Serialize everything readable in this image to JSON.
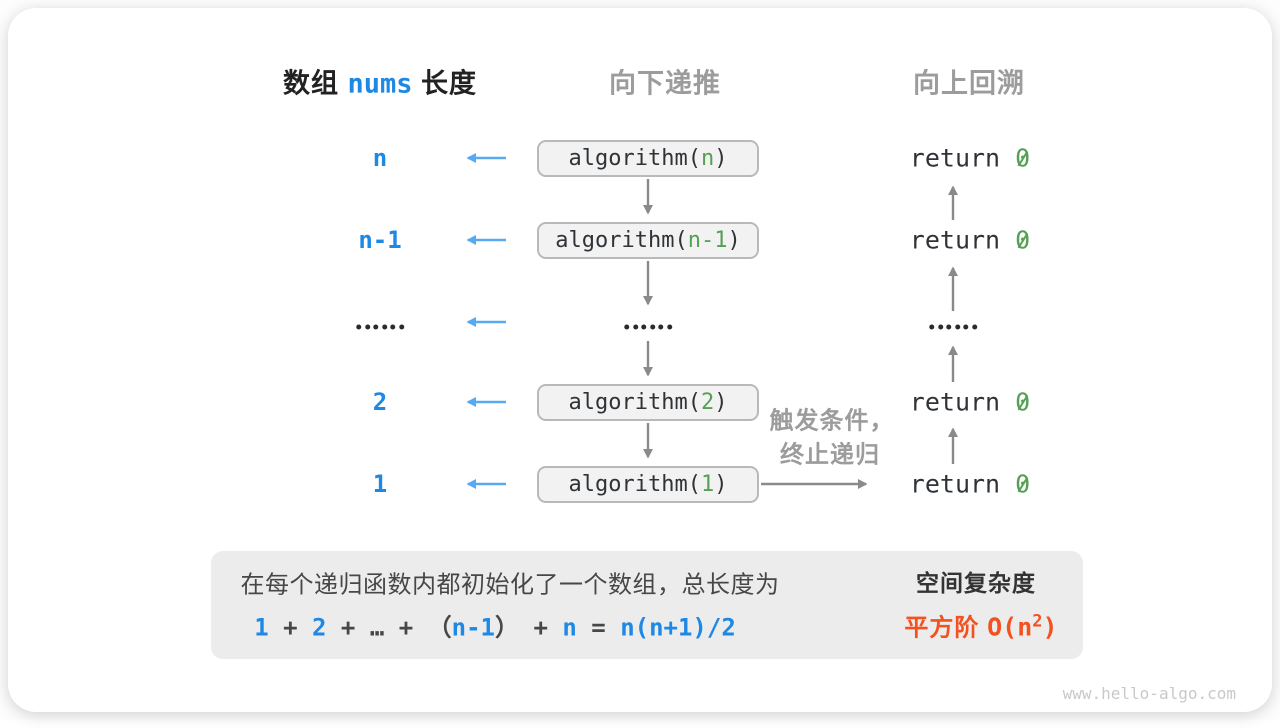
{
  "colors": {
    "accent_blue": "#1E88E5",
    "arrow_blue": "#58a9ef",
    "code_green": "#56a055",
    "arrow_gray": "#8a8a8a",
    "label_gray": "#9c9c9c",
    "result_orange": "#f4511e",
    "box_fill": "#f2f2f2",
    "summary_fill": "#ececec"
  },
  "header": {
    "col1_pre": "数组 ",
    "col1_code": "nums",
    "col1_post": " 长度",
    "col2": "向下递推",
    "col3": "向上回溯"
  },
  "ellipsis": "……",
  "rows": [
    {
      "label": "n",
      "call_pre": "algorithm(",
      "call_arg": "n",
      "call_post": ")",
      "return_pre": "return ",
      "return_val": "0"
    },
    {
      "label": "n-1",
      "call_pre": "algorithm(",
      "call_arg": "n-1",
      "call_post": ")",
      "return_pre": "return ",
      "return_val": "0"
    },
    {
      "ellipsis": "……"
    },
    {
      "label": "2",
      "call_pre": "algorithm(",
      "call_arg": "2",
      "call_post": ")",
      "return_pre": "return ",
      "return_val": "0"
    },
    {
      "label": "1",
      "call_pre": "algorithm(",
      "call_arg": "1",
      "call_post": ")",
      "return_pre": "return ",
      "return_val": "0"
    }
  ],
  "annotation": {
    "line1": "触发条件，",
    "line2": "终止递归"
  },
  "summary": {
    "line1": "在每个递归函数内都初始化了一个数组，总长度为",
    "formula": [
      {
        "t": "1"
      },
      {
        "t": " + "
      },
      {
        "t": "2"
      },
      {
        "t": " + "
      },
      {
        "t": "…"
      },
      {
        "t": " + "
      },
      {
        "t": "（"
      },
      {
        "t": "n-1"
      },
      {
        "t": "）"
      },
      {
        "t": " + "
      },
      {
        "t": "n"
      },
      {
        "t": " = "
      },
      {
        "t": "n(n+1)/2"
      }
    ],
    "result_title": "空间复杂度",
    "result_cjk": "平方阶 ",
    "result_code_pre": "O(n",
    "result_sup": "2",
    "result_code_post": ")"
  },
  "watermark": "www.hello-algo.com"
}
